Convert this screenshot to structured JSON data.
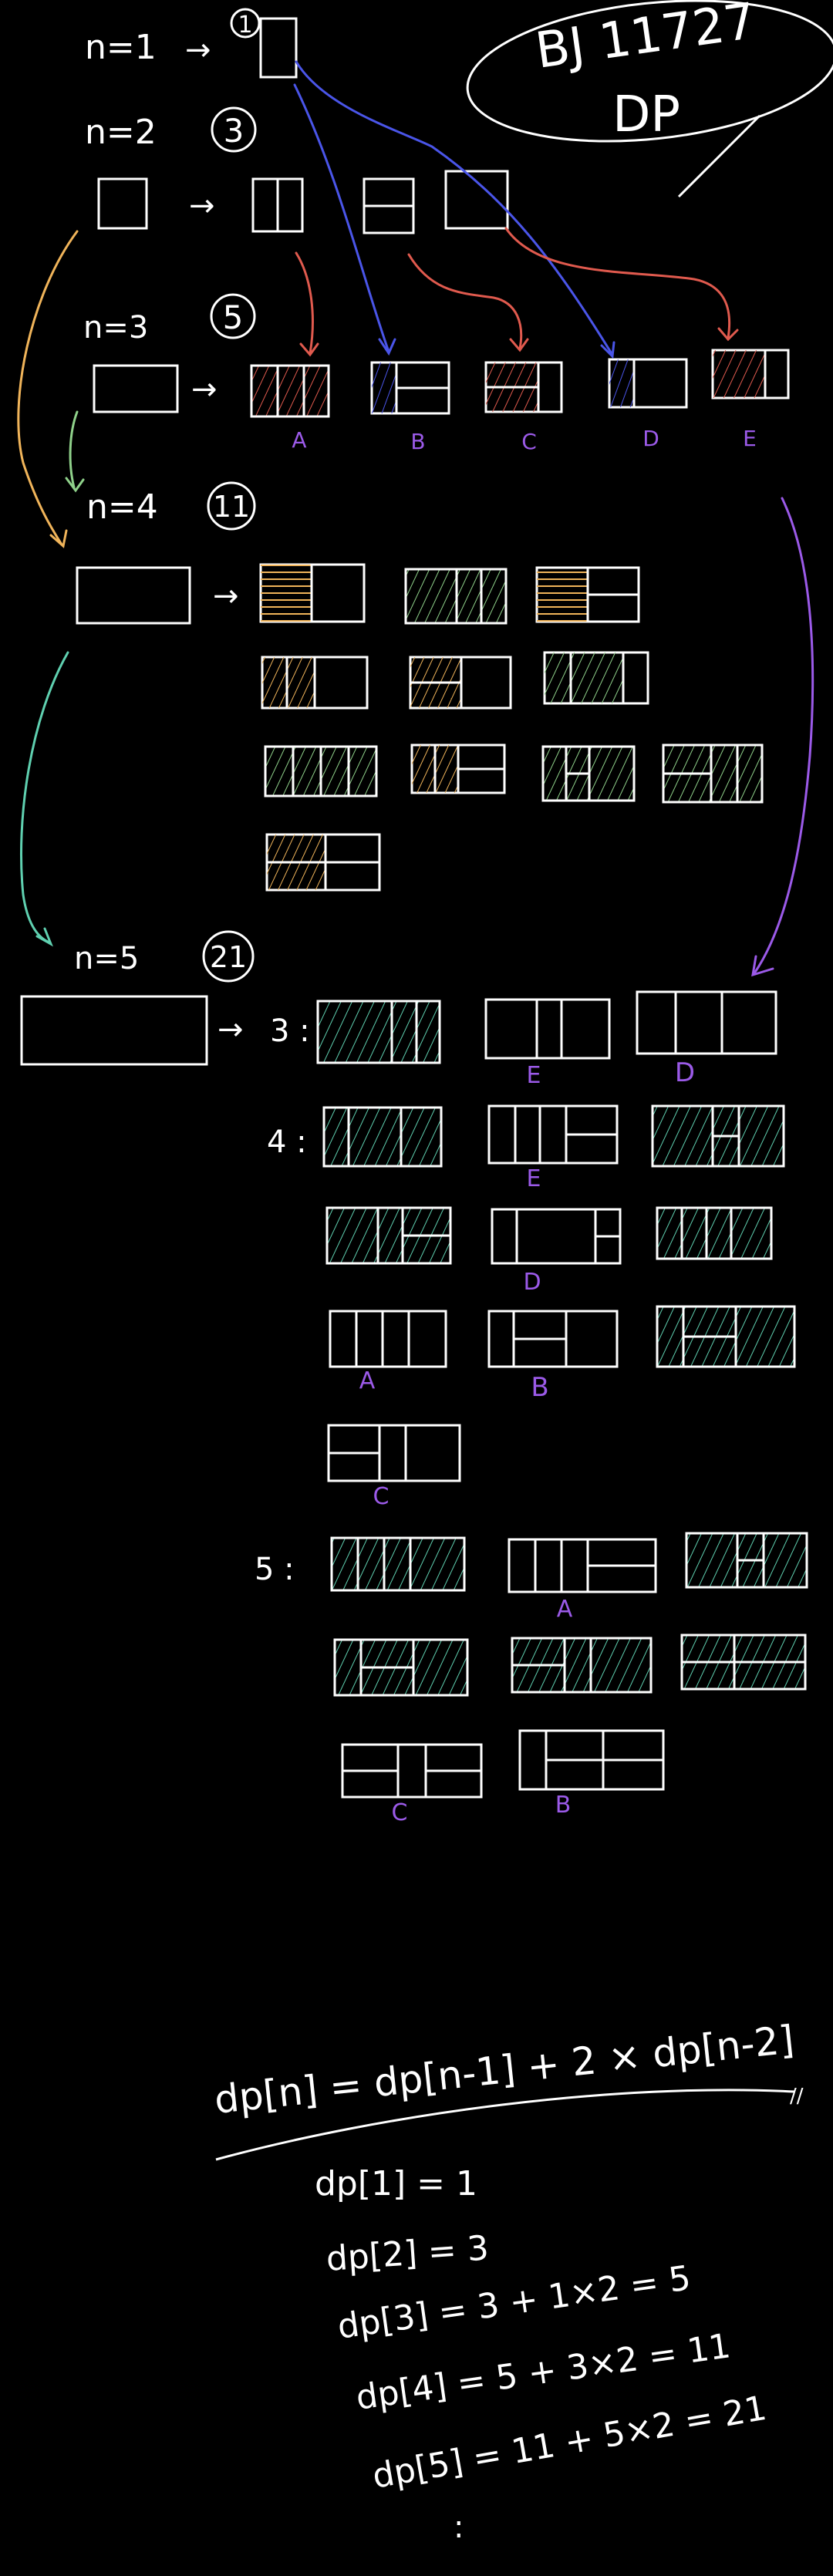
{
  "title": {
    "problem": "BJ 11727",
    "method": "DP"
  },
  "colors": {
    "bg": "#000000",
    "ink": "#ffffff",
    "red": "#e05a4e",
    "blue": "#4a55e8",
    "orange": "#f0b45a",
    "green": "#8fd18a",
    "teal": "#5fd0b0",
    "purple": "#9b5ae8"
  },
  "sections": {
    "n1": {
      "label": "n=1",
      "arrow": "→",
      "count": "1"
    },
    "n2": {
      "label": "n=2",
      "arrow": "→",
      "count": "3"
    },
    "n3": {
      "label": "n=3",
      "arrow": "→",
      "count": "5",
      "tags": [
        "A",
        "B",
        "C",
        "D",
        "E"
      ]
    },
    "n4": {
      "label": "n=4",
      "arrow": "→",
      "count": "11"
    },
    "n5": {
      "label": "n=5",
      "arrow": "→",
      "count": "21",
      "groups": [
        {
          "label": "3 :",
          "tags": [
            "E",
            "D"
          ]
        },
        {
          "label": "4 :",
          "tags": [
            "E",
            "D",
            "A",
            "B",
            "C"
          ]
        },
        {
          "label": "5 :",
          "tags": [
            "A",
            "C",
            "B"
          ]
        }
      ]
    }
  },
  "formula": {
    "recurrence": "dp[n] = dp[n-1] + 2 × dp[n-2]",
    "end_mark": "//",
    "steps": [
      "dp[1] = 1",
      "dp[2] = 3",
      "dp[3] = 3 + 1×2 = 5",
      "dp[4] = 5 + 3×2 = 11",
      "dp[5] = 11 + 5×2 = 21"
    ],
    "ellipsis": ":"
  }
}
